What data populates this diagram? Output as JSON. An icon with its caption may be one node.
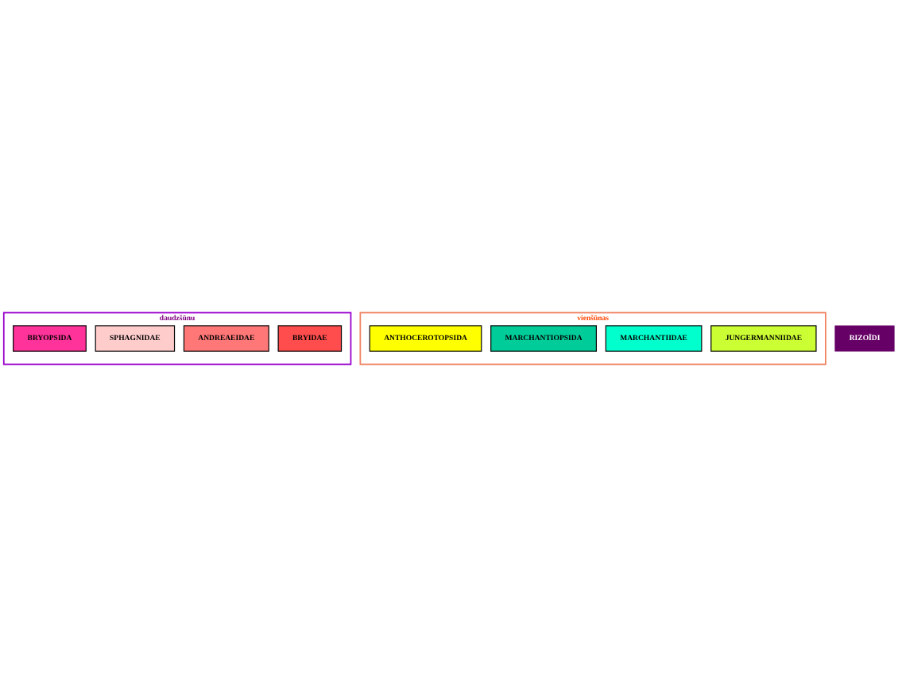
{
  "diagram": {
    "nodes": [
      {
        "text": [
          "RIZOĪDI"
        ]
      },
      {
        "text": [
          "vienšūnas"
        ]
      },
      {
        "text": [
          "ANTHOCEROTOPSIDA"
        ],
        "in": 1
      },
      {
        "text": [
          "MARCHANTIOPSIDA"
        ],
        "in": 1
      },
      {
        "text": [
          "MARCHANTIIDAE"
        ],
        "in": 1
      },
      {
        "text": [
          "JUNGERMANNIIDAE"
        ],
        "in": 1
      },
      {
        "text": [
          "daudzšūnu"
        ]
      },
      {
        "text": [
          "BRYOPSIDA"
        ],
        "in": 6
      },
      {
        "text": [
          "SPHAGNIDAE"
        ],
        "in": 6
      },
      {
        "text": [
          "ANDREAEIDAE"
        ],
        "in": 6
      },
      {
        "text": [
          "BRYIDAE"
        ],
        "in": 6
      }
    ],
    "edges": []
  }
}
